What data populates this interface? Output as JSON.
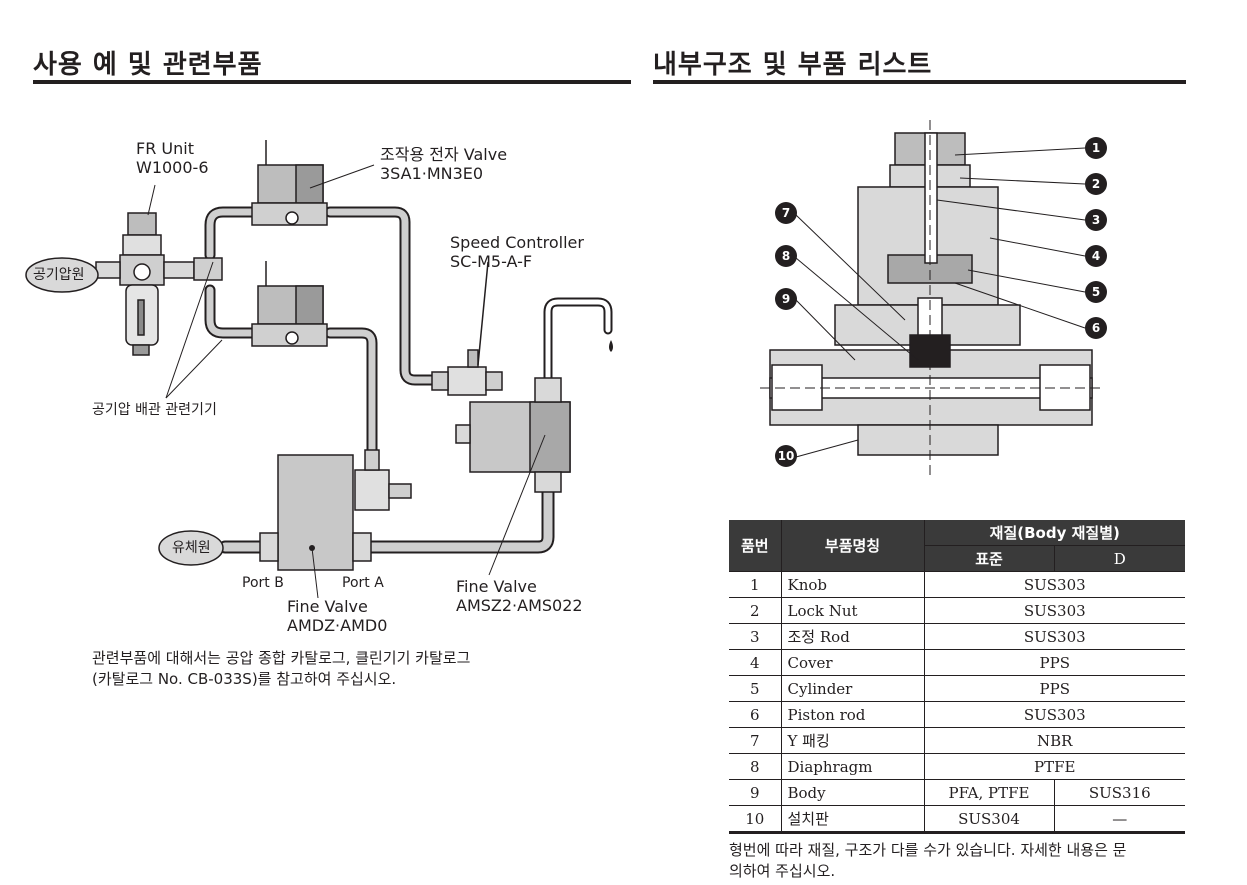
{
  "left": {
    "title": "사용 예 및 관련부품",
    "labels": {
      "fr_unit": "FR Unit",
      "fr_model": "W1000-6",
      "solenoid_name": "조작용 전자 Valve",
      "solenoid_model": "3SA1·MN3E0",
      "speed_name": "Speed Controller",
      "speed_model": "SC-M5-A-F",
      "air_source": "공기압원",
      "piping_devices": "공기압 배관 관련기기",
      "fluid_source": "유체원",
      "port_b": "Port B",
      "port_a": "Port A",
      "fine_valve_a_name": "Fine Valve",
      "fine_valve_a_model": "AMDZ·AMD0",
      "fine_valve_b_name": "Fine Valve",
      "fine_valve_b_model": "AMSZ2·AMS022"
    },
    "note_line1": "관련부품에 대해서는 공압 종합 카탈로그, 클린기기 카탈로그",
    "note_line2": "(카탈로그 No. CB-033S)를 참고하여 주십시오."
  },
  "right": {
    "title": "내부구조 및 부품 리스트",
    "callouts": [
      "1",
      "2",
      "3",
      "4",
      "5",
      "6",
      "7",
      "8",
      "9",
      "10"
    ],
    "table": {
      "header": {
        "no": "품번",
        "name": "부품명칭",
        "material": "재질(Body 재질별)",
        "standard": "표준",
        "d": "D"
      },
      "rows": [
        {
          "no": "1",
          "name": "Knob",
          "std": "SUS303",
          "d": ""
        },
        {
          "no": "2",
          "name": "Lock Nut",
          "std": "SUS303",
          "d": ""
        },
        {
          "no": "3",
          "name": "조정 Rod",
          "std": "SUS303",
          "d": ""
        },
        {
          "no": "4",
          "name": "Cover",
          "std": "PPS",
          "d": ""
        },
        {
          "no": "5",
          "name": "Cylinder",
          "std": "PPS",
          "d": ""
        },
        {
          "no": "6",
          "name": "Piston rod",
          "std": "SUS303",
          "d": ""
        },
        {
          "no": "7",
          "name": "Y 패킹",
          "std": "NBR",
          "d": ""
        },
        {
          "no": "8",
          "name": "Diaphragm",
          "std": "PTFE",
          "d": ""
        },
        {
          "no": "9",
          "name": "Body",
          "std": "PFA, PTFE",
          "d": "SUS316"
        },
        {
          "no": "10",
          "name": "설치판",
          "std": "SUS304",
          "d": "—"
        }
      ]
    },
    "note_line1": "형번에 따라 재질, 구조가 다를 수가 있습니다. 자세한 내용은 문",
    "note_line2": "의하여 주십시오."
  },
  "colors": {
    "ink": "#231f20",
    "header_fill": "#3a3a3a",
    "body_fill": "#d9d9d9",
    "dark_fill": "#6d6d6d"
  }
}
